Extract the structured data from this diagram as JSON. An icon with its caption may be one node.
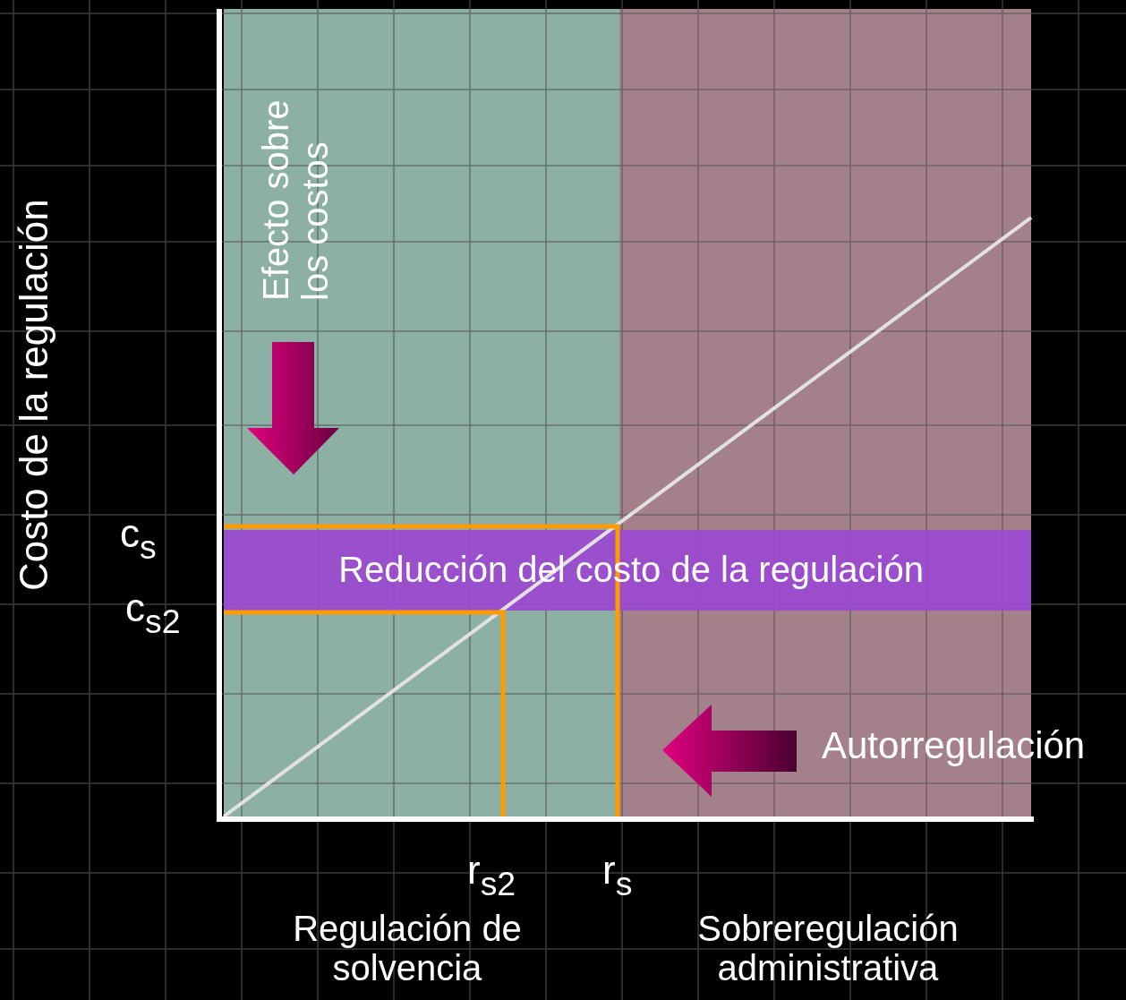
{
  "diagram": {
    "labels": [
      "Costo de la regulación",
      "Efecto sobre los costos",
      "c$_{s}$",
      "c$_{s2}$",
      "Reducción del costo de la regulación",
      "Autorregulación",
      "r$_{s2}$",
      "r$_{s}$",
      "Regulación de solvencia",
      "Sobreregulación administrativa"
    ]
  }
}
